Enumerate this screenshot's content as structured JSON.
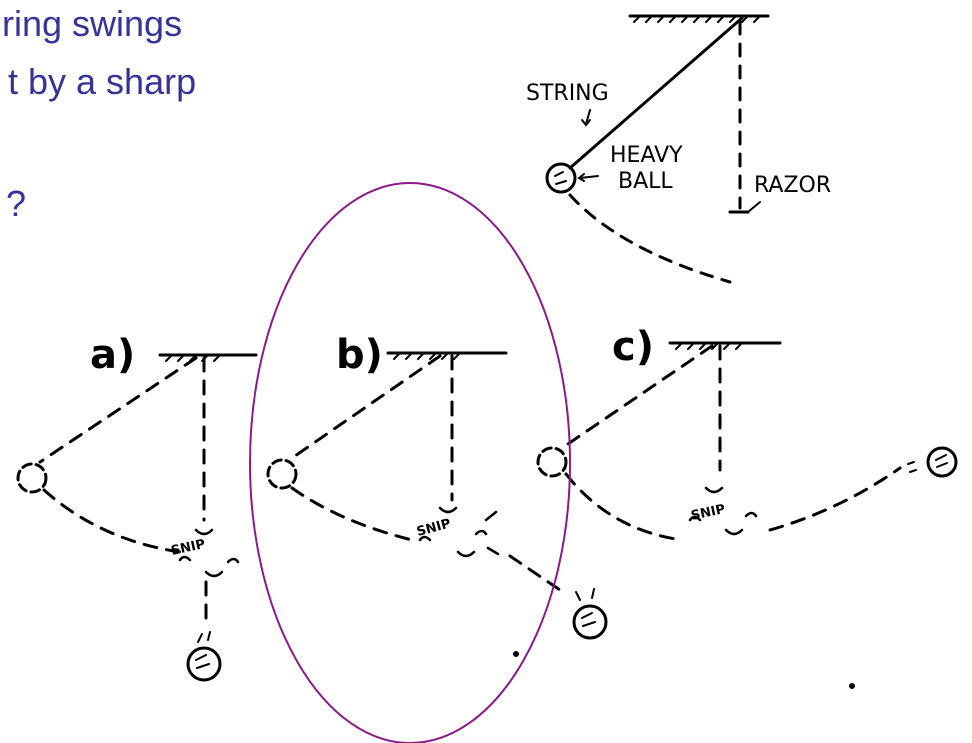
{
  "question": {
    "line1": "ring swings",
    "line2": "t by a sharp",
    "line3": "?"
  },
  "top_diagram": {
    "string_label": "STRING",
    "heavy_label": "HEAVY",
    "ball_label": "BALL",
    "razor_label": "RAZOR"
  },
  "options": [
    {
      "label": "a)",
      "snip": "SNIP"
    },
    {
      "label": "b)",
      "snip": "SNIP"
    },
    {
      "label": "c)",
      "snip": "SNIP"
    }
  ],
  "highlight": {
    "option": "b)",
    "color": "#8a1a8a"
  },
  "colors": {
    "text": "#33339a",
    "ink": "#000000"
  }
}
